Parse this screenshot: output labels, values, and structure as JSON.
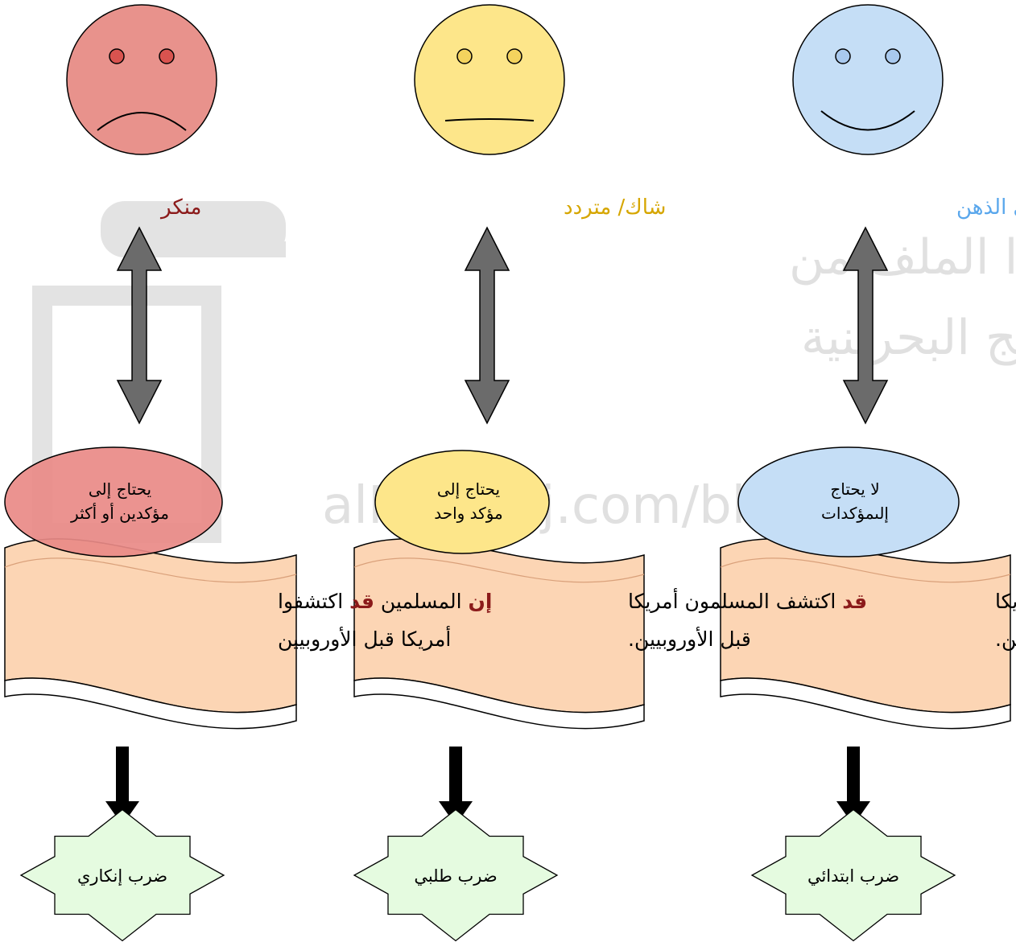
{
  "watermark": {
    "line1": "تم تحميل هذا الملف من",
    "line2": "موقع المناهج البحرينية",
    "line3": "alManahj.com/bh"
  },
  "columns": [
    {
      "label": "مصدق/ خالي الذهن",
      "label_color": "#5aa7ec",
      "face_fill": "#c5def6",
      "face_mood": "happy",
      "need": [
        "لا يحتاج",
        "إلىمؤكدات"
      ],
      "need_fill": "#c5def6",
      "sentence": [
        [
          "اكتشف المسلمون أمريكا"
        ],
        [
          "قبل الأوروبيين."
        ]
      ],
      "type": "ضرب ابتدائي"
    },
    {
      "label": "شاك/ متردد",
      "label_color": "#d6a600",
      "face_fill": "#fde68a",
      "face_mood": "neutral",
      "need": [
        "يحتاج إلى",
        "مؤكد واحد"
      ],
      "need_fill": "#fde68a",
      "sentence": [
        [
          "قد",
          " اكتشف المسلمون أمريكا"
        ],
        [
          "قبل الأوروبيين."
        ]
      ],
      "type": "ضرب طلبي"
    },
    {
      "label": "منكر",
      "label_color": "#8b1a1a",
      "face_fill": "#e8928c",
      "face_mood": "sad",
      "need": [
        "يحتاج إلى",
        "مؤكدين أو أكثر"
      ],
      "need_fill": "#e98a87",
      "sentence": [
        [
          "إن",
          " المسلمين ",
          "قد",
          " اكتشفوا"
        ],
        [
          "أمريكا قبل الأوروبيين"
        ]
      ],
      "type": "ضرب إنكاري"
    }
  ],
  "colors": {
    "emphasis": "#8b1a1a",
    "scroll_fill": "#fcd5b4",
    "badge_fill": "#e5fbe0",
    "arrow_fill": "#6b6b6b",
    "down_arrow": "#000000"
  }
}
